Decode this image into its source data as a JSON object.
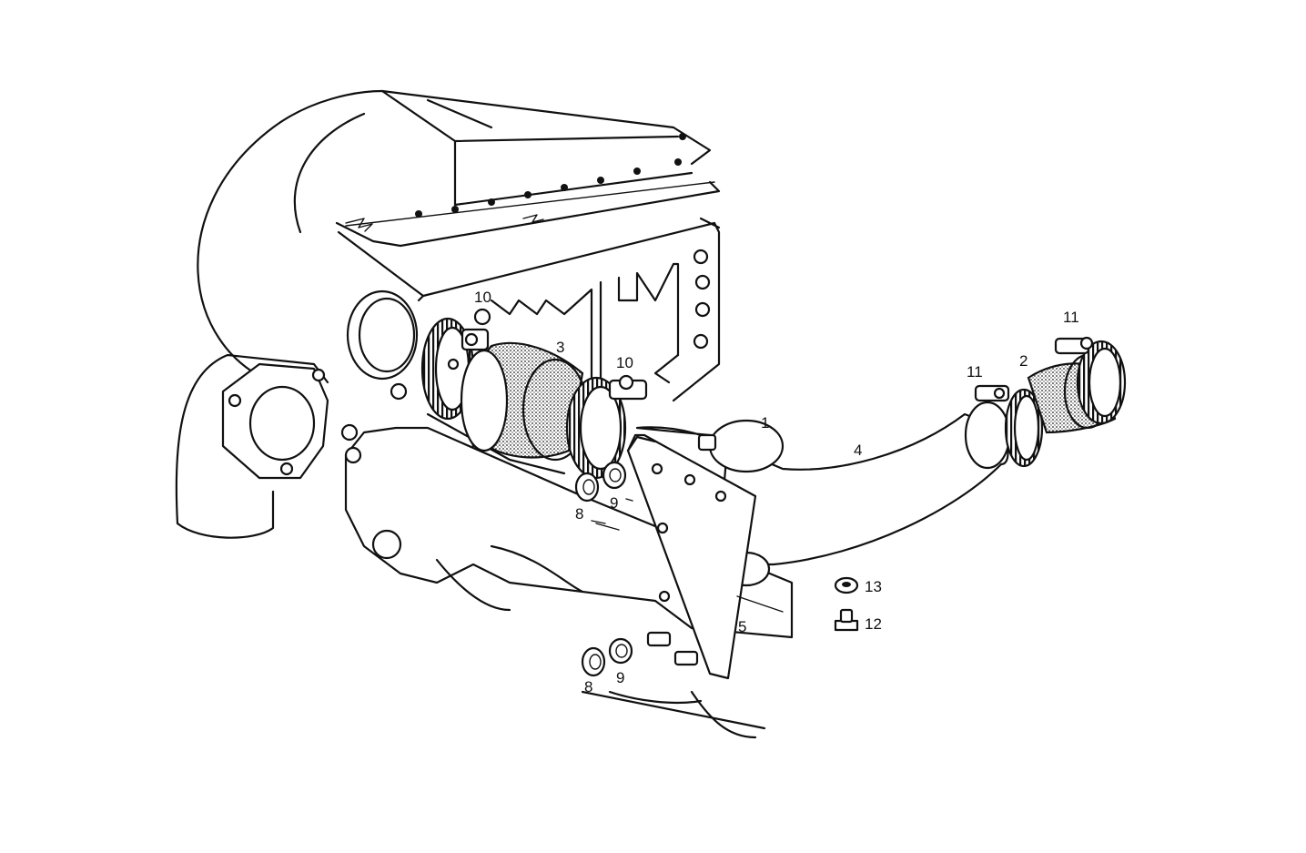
{
  "callouts": {
    "c1": "1",
    "c2": "2",
    "c3": "3",
    "c4": "4",
    "c5": "5",
    "c8a": "8",
    "c8b": "8",
    "c9a": "9",
    "c9b": "9",
    "c10a": "10",
    "c10b": "10",
    "c11a": "11",
    "c11b": "11",
    "c12": "12",
    "c13": "13"
  }
}
